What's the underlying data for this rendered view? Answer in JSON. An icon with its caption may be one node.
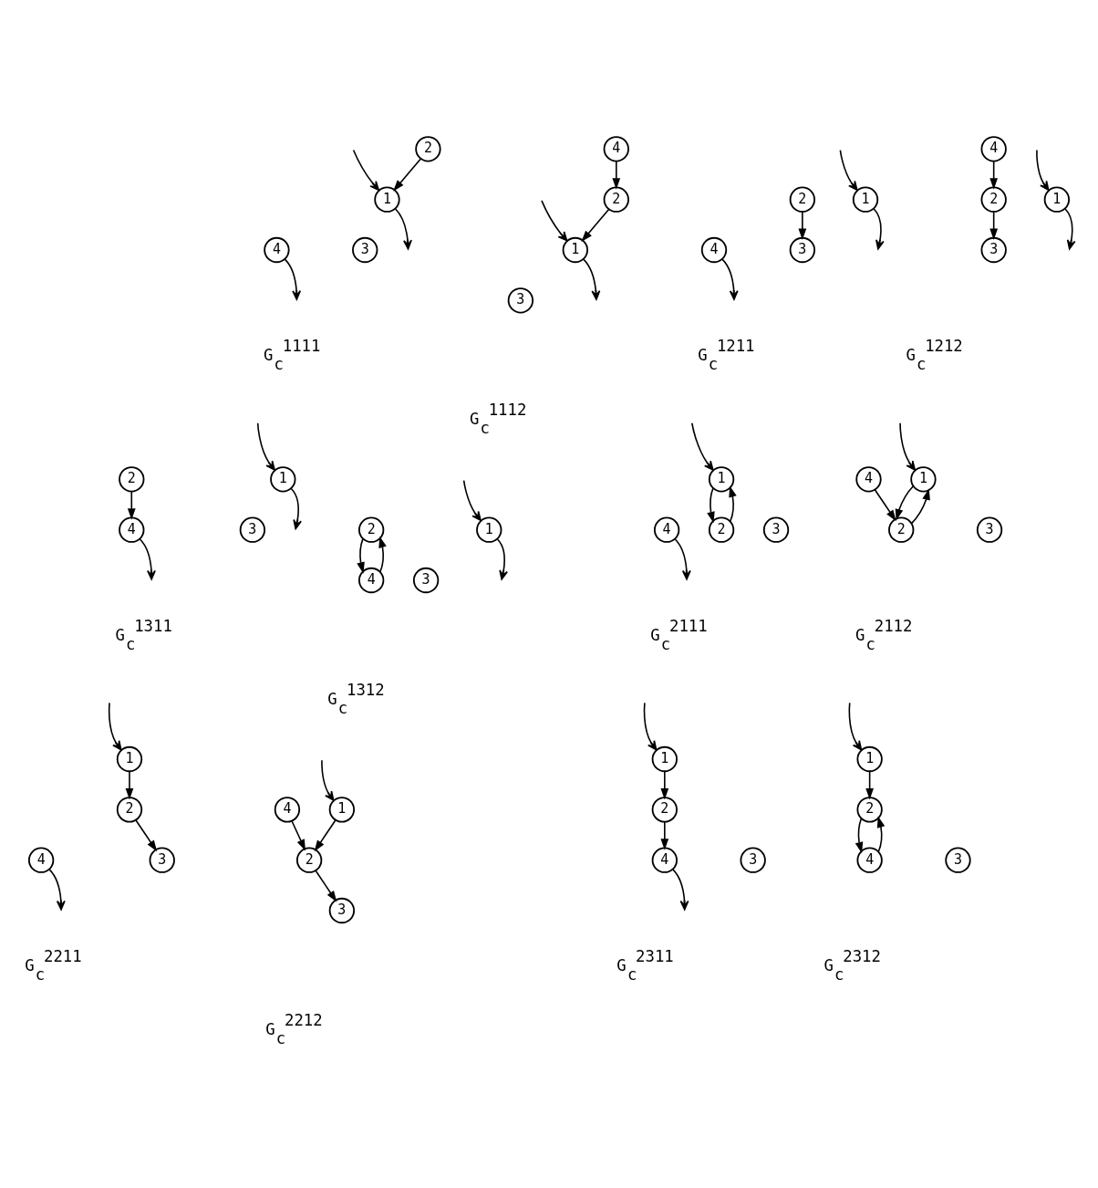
{
  "diagram": {
    "nodes": [
      {
        "text": [
          "1"
        ]
      },
      {
        "text": [
          "2"
        ]
      },
      {
        "text": [
          "3"
        ]
      },
      {
        "text": [
          "4"
        ]
      },
      {
        "text": [
          "1"
        ]
      },
      {
        "text": [
          "2"
        ]
      },
      {
        "text": [
          "3"
        ]
      },
      {
        "text": [
          "4"
        ]
      },
      {
        "text": [
          "1"
        ]
      },
      {
        "text": [
          "2"
        ]
      },
      {
        "text": [
          "3"
        ]
      },
      {
        "text": [
          "4"
        ]
      },
      {
        "text": [
          "1"
        ]
      },
      {
        "text": [
          "2"
        ]
      },
      {
        "text": [
          "3"
        ]
      },
      {
        "text": [
          "4"
        ]
      },
      {
        "text": [
          "1"
        ]
      },
      {
        "text": [
          "2"
        ]
      },
      {
        "text": [
          "3"
        ]
      },
      {
        "text": [
          "4"
        ]
      },
      {
        "text": [
          "1"
        ]
      },
      {
        "text": [
          "2"
        ]
      },
      {
        "text": [
          "3"
        ]
      },
      {
        "text": [
          "4"
        ]
      },
      {
        "text": [
          "1"
        ]
      },
      {
        "text": [
          "2"
        ]
      },
      {
        "text": [
          "3"
        ]
      },
      {
        "text": [
          "4"
        ]
      },
      {
        "text": [
          "1"
        ]
      },
      {
        "text": [
          "2"
        ]
      },
      {
        "text": [
          "3"
        ]
      },
      {
        "text": [
          "4"
        ]
      },
      {
        "text": [
          "1"
        ]
      },
      {
        "text": [
          "2"
        ]
      },
      {
        "text": [
          "3"
        ]
      },
      {
        "text": [
          "4"
        ]
      },
      {
        "text": [
          "1"
        ]
      },
      {
        "text": [
          "2"
        ]
      },
      {
        "text": [
          "3"
        ]
      },
      {
        "text": [
          "4"
        ]
      },
      {
        "text": [
          "1"
        ]
      },
      {
        "text": [
          "2"
        ]
      },
      {
        "text": [
          "3"
        ]
      },
      {
        "text": [
          "4"
        ]
      },
      {
        "text": [
          "1"
        ]
      },
      {
        "text": [
          "2"
        ]
      },
      {
        "text": [
          "3"
        ]
      },
      {
        "text": [
          "4"
        ]
      }
    ],
    "edges": [
      {
        "from": null,
        "to": 0,
        "arrow": "to"
      },
      {
        "from": 1,
        "to": 0,
        "arrow": "to"
      },
      {
        "from": 0,
        "to": null,
        "arrow": "to"
      },
      {
        "from": 3,
        "to": null,
        "arrow": "to"
      },
      {
        "from": null,
        "to": 4,
        "arrow": "to"
      },
      {
        "from": 5,
        "to": 4,
        "arrow": "to"
      },
      {
        "from": 7,
        "to": 5,
        "arrow": "to"
      },
      {
        "from": 4,
        "to": null,
        "arrow": "to"
      },
      {
        "from": null,
        "to": 8,
        "arrow": "to"
      },
      {
        "from": 8,
        "to": null,
        "arrow": "to"
      },
      {
        "from": 9,
        "to": 10,
        "arrow": "to"
      },
      {
        "from": 11,
        "to": null,
        "arrow": "to"
      },
      {
        "from": null,
        "to": 12,
        "arrow": "to"
      },
      {
        "from": 12,
        "to": null,
        "arrow": "to"
      },
      {
        "from": 13,
        "to": 14,
        "arrow": "to"
      },
      {
        "from": 15,
        "to": 13,
        "arrow": "to"
      },
      {
        "from": null,
        "to": 16,
        "arrow": "to"
      },
      {
        "from": 16,
        "to": null,
        "arrow": "to"
      },
      {
        "from": 17,
        "to": 19,
        "arrow": "to"
      },
      {
        "from": 19,
        "to": null,
        "arrow": "to"
      },
      {
        "from": null,
        "to": 20,
        "arrow": "to"
      },
      {
        "from": 20,
        "to": null,
        "arrow": "to"
      },
      {
        "from": 21,
        "to": 23,
        "arrow": "to"
      },
      {
        "from": 23,
        "to": 21,
        "arrow": "to"
      },
      {
        "from": null,
        "to": 24,
        "arrow": "to"
      },
      {
        "from": 25,
        "to": 24,
        "arrow": "to"
      },
      {
        "from": 24,
        "to": 25,
        "arrow": "to"
      },
      {
        "from": 27,
        "to": null,
        "arrow": "to"
      },
      {
        "from": null,
        "to": 28,
        "arrow": "to"
      },
      {
        "from": 29,
        "to": 28,
        "arrow": "to"
      },
      {
        "from": 28,
        "to": 29,
        "arrow": "to"
      },
      {
        "from": 31,
        "to": 29,
        "arrow": "to"
      },
      {
        "from": null,
        "to": 32,
        "arrow": "to"
      },
      {
        "from": 32,
        "to": 33,
        "arrow": "to"
      },
      {
        "from": 33,
        "to": 34,
        "arrow": "to"
      },
      {
        "from": 35,
        "to": null,
        "arrow": "to"
      },
      {
        "from": null,
        "to": 36,
        "arrow": "to"
      },
      {
        "from": 36,
        "to": 37,
        "arrow": "to"
      },
      {
        "from": 37,
        "to": 38,
        "arrow": "to"
      },
      {
        "from": 39,
        "to": 37,
        "arrow": "to"
      },
      {
        "from": null,
        "to": 40,
        "arrow": "to"
      },
      {
        "from": 40,
        "to": 41,
        "arrow": "to"
      },
      {
        "from": 41,
        "to": 43,
        "arrow": "to"
      },
      {
        "from": 43,
        "to": null,
        "arrow": "to"
      },
      {
        "from": null,
        "to": 44,
        "arrow": "to"
      },
      {
        "from": 44,
        "to": 45,
        "arrow": "to"
      },
      {
        "from": 45,
        "to": 47,
        "arrow": "to"
      },
      {
        "from": 47,
        "to": 45,
        "arrow": "to"
      }
    ],
    "labels": [
      "G$_{c}$$^{1111}$",
      "G$_{c}$$^{1112}$",
      "G$_{c}$$^{1211}$",
      "G$_{c}$$^{1212}$",
      "G$_{c}$$^{1311}$",
      "G$_{c}$$^{1312}$",
      "G$_{c}$$^{2111}$",
      "G$_{c}$$^{2112}$",
      "G$_{c}$$^{2211}$",
      "G$_{c}$$^{2212}$",
      "G$_{c}$$^{2311}$",
      "G$_{c}$$^{2312}$"
    ]
  }
}
